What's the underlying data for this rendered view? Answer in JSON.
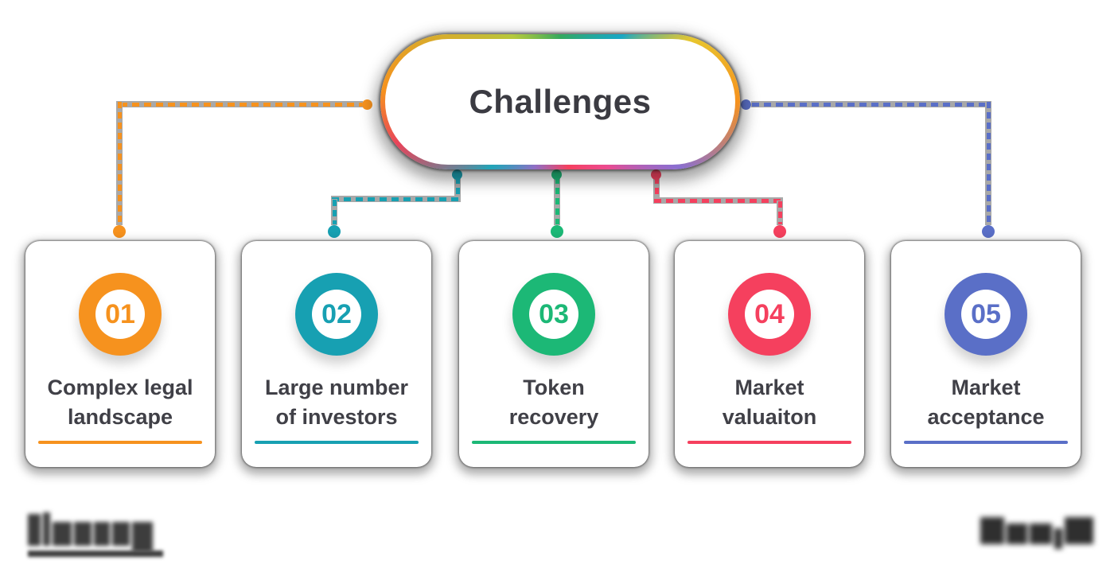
{
  "title": {
    "label": "Challenges",
    "text_color": "#3b3b42"
  },
  "pill": {
    "gradient_stops": [
      "#35A95D 0%",
      "#19A7C4 12%",
      "#E8C62E 18%",
      "#F6921E 25%",
      "#8A6FD1 33%",
      "#EC4B8F 40%",
      "#F5405E 48%",
      "#8F6FC5 56%",
      "#21A5B8 63%",
      "#E8445A 71%",
      "#F6921E 76%",
      "#B5C93C 90%",
      "#35A95D 100%"
    ]
  },
  "cards": [
    {
      "number": "01",
      "line1": "Complex legal",
      "line2": "landscape",
      "color": "#F6921E"
    },
    {
      "number": "02",
      "line1": "Large number",
      "line2": "of investors",
      "color": "#17A0B2"
    },
    {
      "number": "03",
      "line1": "Token",
      "line2": "recovery",
      "color": "#1CB876"
    },
    {
      "number": "04",
      "line1": "Market",
      "line2": "valuaiton",
      "color": "#F5405E"
    },
    {
      "number": "05",
      "line1": "Market",
      "line2": "acceptance",
      "color": "#5A6FC7"
    }
  ],
  "connectors": {
    "underlay_color": "#A8A8A8"
  }
}
